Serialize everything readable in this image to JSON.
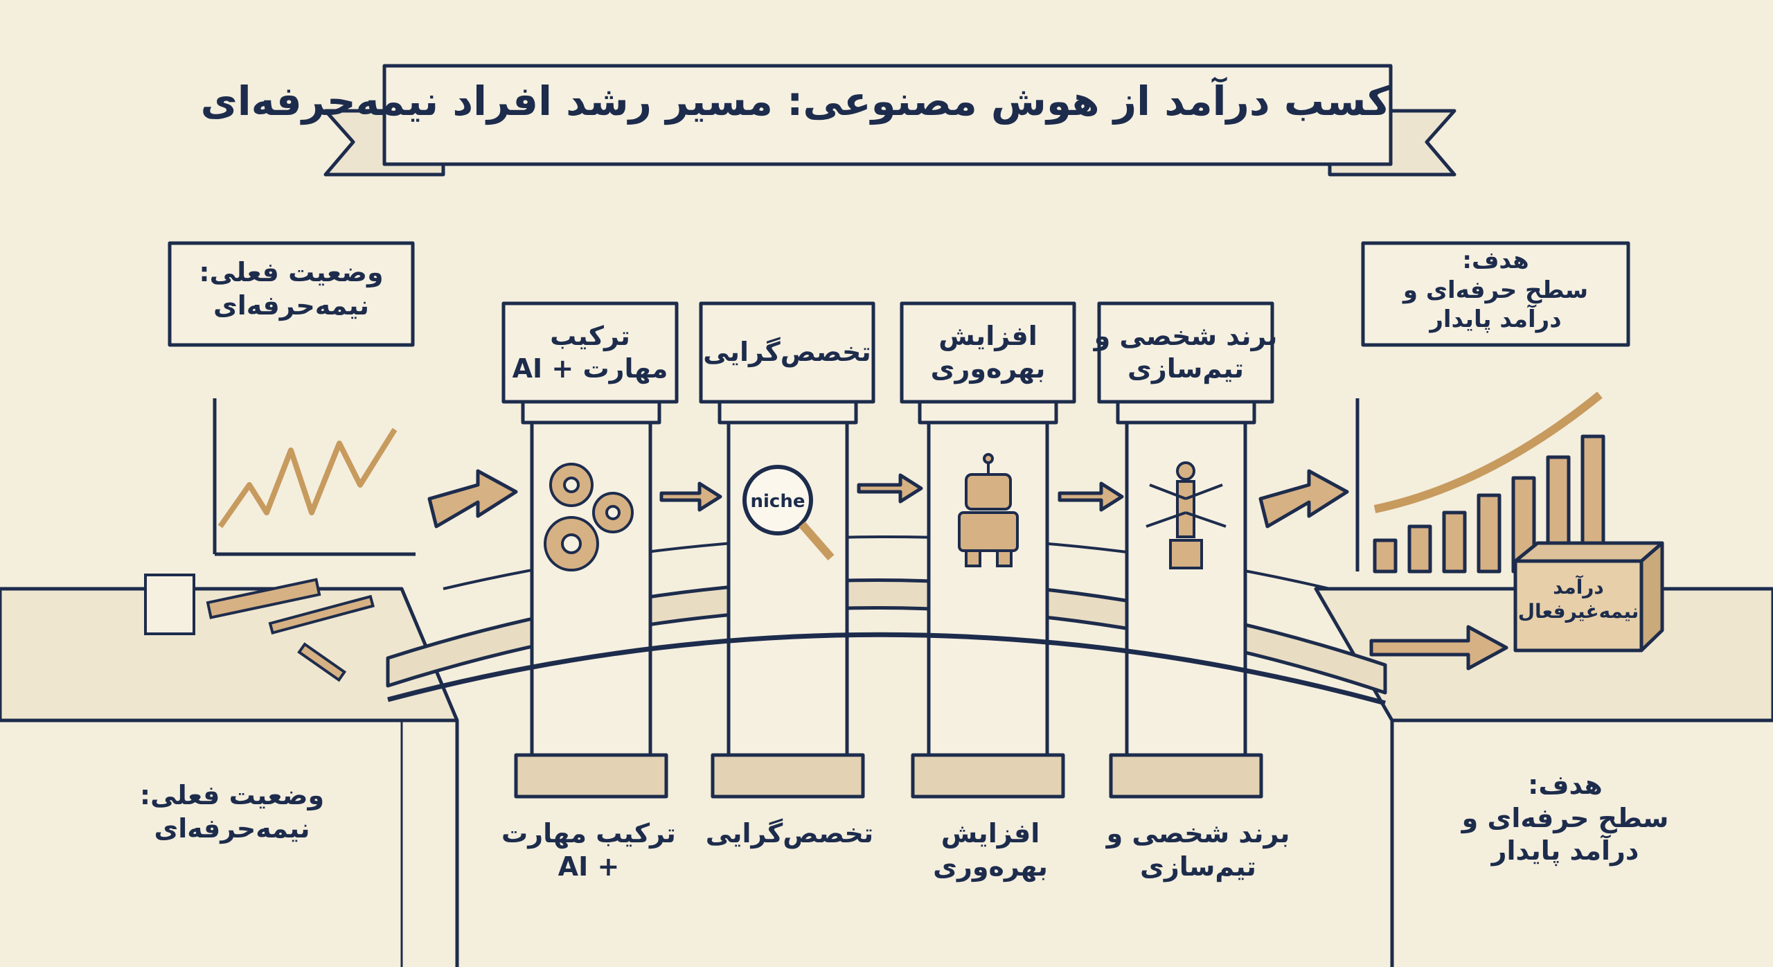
{
  "title": "کسب درآمد از هوش مصنوعی: مسیر رشد افراد نیمه‌حرفه‌ای",
  "start_box": {
    "line1": "وضعیت فعلی:",
    "line2": "نیمه‌حرفه‌ای"
  },
  "goal_box": {
    "line1": "هدف:",
    "line2": "سطح حرفه‌ای و",
    "line3": "درآمد پایدار"
  },
  "pillars": [
    {
      "cap1": "ترکیب",
      "cap2": "مهارت + AI",
      "icon": "gears-icon",
      "label1": "ترکیب مهارت",
      "label2": "+ AI"
    },
    {
      "cap1": "تخصص‌گرایی",
      "cap2": "",
      "icon": "magnifier-niche-icon",
      "icon_text": "niche",
      "label1": "تخصص‌گرایی",
      "label2": ""
    },
    {
      "cap1": "افزایش",
      "cap2": "بهره‌وری",
      "icon": "robot-icon",
      "label1": "افزایش",
      "label2": "بهره‌وری"
    },
    {
      "cap1": "برند شخصی و",
      "cap2": "تیم‌سازی",
      "icon": "person-network-icon",
      "label1": "برند شخصی و",
      "label2": "تیم‌سازی"
    }
  ],
  "start_label": {
    "line1": "وضعیت فعلی:",
    "line2": "نیمه‌حرفه‌ای"
  },
  "goal_label": {
    "line1": "هدف:",
    "line2": "سطح حرفه‌ای و",
    "line3": "درآمد پایدار"
  },
  "income_box": {
    "line1": "درآمد",
    "line2": "نیمه‌غیرفعال"
  },
  "colors": {
    "background": "#f4eedd",
    "ink": "#1d2c4c",
    "accent": "#d6b184"
  }
}
